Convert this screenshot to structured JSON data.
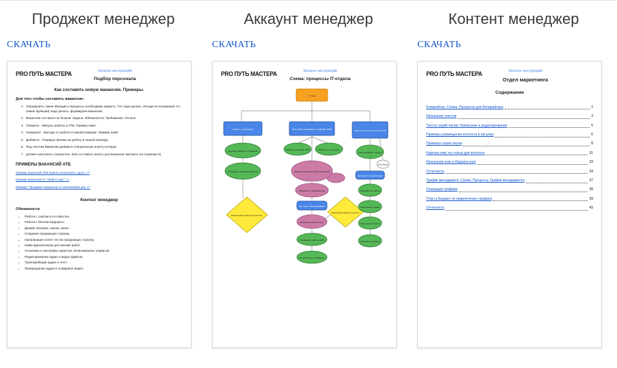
{
  "colors": {
    "link_blue": "#1155cc",
    "catalog_link_blue": "#4a86e8",
    "flow_orange": "#f6a121",
    "flow_blue": "#4a86e8",
    "flow_green": "#55b857",
    "flow_pink": "#cb7ba6",
    "flow_yellow": "#ffe93b"
  },
  "columns": [
    {
      "title": "Проджект менеджер",
      "download_label": "СКАЧАТЬ",
      "doc": {
        "logo": "PRO ПУТЬ МАСТЕРА",
        "catalog_link": "Каталог инструкций",
        "subtitle": "Подбор персонала",
        "heading": "Как составить новую вакансию. Примеры.",
        "intro": "Для того чтобы составить вакансию:",
        "steps": [
          "Определите, какие Функции и процессы необходимо закрыть. Что надо делать. Исходя из понимания что (какие функции) надо делать, формируем вакансию.",
          "Вакансию составьте из блоков: Задача, Обязанности, Требования, Оплата.",
          "Опишите - Минусы работы в АТБ. Пример ниже.",
          "Напишите - Выгоды от работы в нашей команде. Пример ниже:",
          "Добавьте - Порядок приема на работу в нашей команде.",
          "Под текстом Вакансии добавьте специальную анкету которую",
          "должен заполнить соискатель. (Как составить анкету для вакансии смотрите на странице 8)"
        ],
        "examples_title": "ПРИМЕРЫ ВАКАНСИЙ АТБ",
        "example_links": [
          "Пример вакансий АТБ можно посмотреть здесь >>",
          "Пример вакансий от \"Твой Старт\" >>",
          "Пример \"Продажи\" вакансии от internetsales.pro >>"
        ],
        "section_title": "Контент менеджер",
        "duties_title": "Обязанности",
        "duties": [
          "Работа с сайтом и его вёрстка",
          "Работа с блогом вордпресс",
          "Дизайн обложек, шапок, меню",
          "Создание продающих страниц",
          "Организация сплит-тестов продающих страниц",
          "Найм фрилансеров для мелких работ",
          "Установка и настройка скриптов, всевозможных сервисов",
          "Редактирование аудио и видео файлов",
          "Транскрибация аудио в текст",
          "Превращение аудио в слайдовое видео"
        ]
      }
    },
    {
      "title": "Аккаунт менеджер",
      "download_label": "СКАЧАТЬ",
      "doc": {
        "logo": "PRO ПУТЬ МАСТЕРА",
        "catalog_link": "Каталог инструкций",
        "title": "Схема: процессы IT-отдела",
        "flow": {
          "root": "IT отдел",
          "branch_left": "Работы с Сервисами",
          "branch_center": "Тех обслуживание сайтов АТБ",
          "branch_right": "Сайты \"под ключ\" для клиентов и АТБ",
          "left1": "Текущие заявки по сервисам",
          "left2": "Установка и настройка сервисов",
          "left_diamond": "Ежемесячная таблица Отчетность",
          "center1": "Работы по сайтам АТБ",
          "center2": "Работы по хостингу",
          "center3": "Ежемесячное обслуживание сайтов и сервисов АТБ",
          "center4": "Правки и доработки",
          "center5": "Чек-лист обслуживания",
          "center6": "Ежемесячный отчет",
          "center7": "Проверка сайтов АТБ",
          "center8": "Отчетность в таблицу",
          "center_diamond": "Ежемесячная таблица Отчетность",
          "right1": "Сбор требований от клиента",
          "right2": "Договор и предоплата",
          "right3": "Разработка сайта",
          "right4": "Наполнение и правки",
          "right5": "Сдача проекта клиенту",
          "right6": "Отчетность в таблицу",
          "right_note": "Схема Функции"
        }
      }
    },
    {
      "title": "Контент менеджер",
      "download_label": "СКАЧАТЬ",
      "doc": {
        "logo": "PRO ПУТЬ МАСТЕРА",
        "catalog_link": "Каталог инструкций",
        "title": "Отдел маркетинга",
        "contents_title": "Содержание",
        "toc": [
          {
            "label": "Копирайтер. Схема. Процессы для Копирайтера",
            "page": "2"
          },
          {
            "label": "Написание текстов",
            "page": "3"
          },
          {
            "label": "Тексты серий писем. Написание и редактирование",
            "page": "5"
          },
          {
            "label": "Примеры размещения контента в письмах",
            "page": "6"
          },
          {
            "label": "Примеры серии писем",
            "page": "8"
          },
          {
            "label": "Нарезка книг на статьи для контента",
            "page": "31"
          },
          {
            "label": "Написание книг и Издание книг",
            "page": "33"
          },
          {
            "label": "Отчетность",
            "page": "34"
          },
          {
            "label": "Трафик менеджмент. Схема. Процессы Трафик-менеджмента",
            "page": "37"
          },
          {
            "label": "Генерация трафика",
            "page": "38"
          },
          {
            "label": "План и Бюджет по привлечению трафика",
            "page": "39"
          },
          {
            "label": "Отчетность",
            "page": "43"
          }
        ]
      }
    }
  ]
}
